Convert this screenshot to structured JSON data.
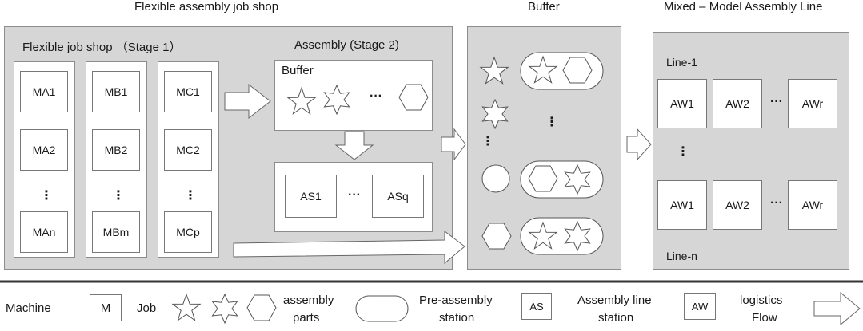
{
  "titles": {
    "flexible_assembly": "Flexible assembly job shop",
    "buffer": "Buffer",
    "mixed_model": "Mixed – Model Assembly Line"
  },
  "stage1": {
    "title": "Flexible job shop （Stage 1）",
    "col_a": [
      "MA1",
      "MA2",
      "MAn"
    ],
    "col_b": [
      "MB1",
      "MB2",
      "MBm"
    ],
    "col_c": [
      "MC1",
      "MC2",
      "MCp"
    ],
    "vdots": "⋮"
  },
  "stage2": {
    "title": "Assembly (Stage 2)",
    "buffer_label": "Buffer",
    "stations": [
      "AS1",
      "ASq"
    ],
    "hdots": "···"
  },
  "mid_buffer": {
    "hdots": "···",
    "vdots": "⋮"
  },
  "assembly_line": {
    "line1": "Line-1",
    "linen": "Line-n",
    "row1": [
      "AW1",
      "AW2",
      "AWr"
    ],
    "row2": [
      "AW1",
      "AW2",
      "AWr"
    ],
    "hdots": "···",
    "vdots": "⋮"
  },
  "legend": {
    "machine": "Machine",
    "machine_box": "M",
    "job": "Job",
    "assembly_parts_1": "assembly",
    "assembly_parts_2": "parts",
    "pre_assembly_1": "Pre-assembly",
    "pre_assembly_2": "station",
    "as_box": "AS",
    "assembly_line_1": "Assembly line",
    "assembly_line_2": "station",
    "aw_box": "AW",
    "logistics_1": "logistics",
    "logistics_2": "Flow"
  },
  "colors": {
    "panel": "#d6d6d6",
    "border": "#8c8c8c",
    "divider": "#333333"
  },
  "icons": [
    "star-5-icon",
    "star-6-icon",
    "hexagon-icon",
    "circle-icon",
    "rounded-rect-icon",
    "block-arrow-icon"
  ]
}
